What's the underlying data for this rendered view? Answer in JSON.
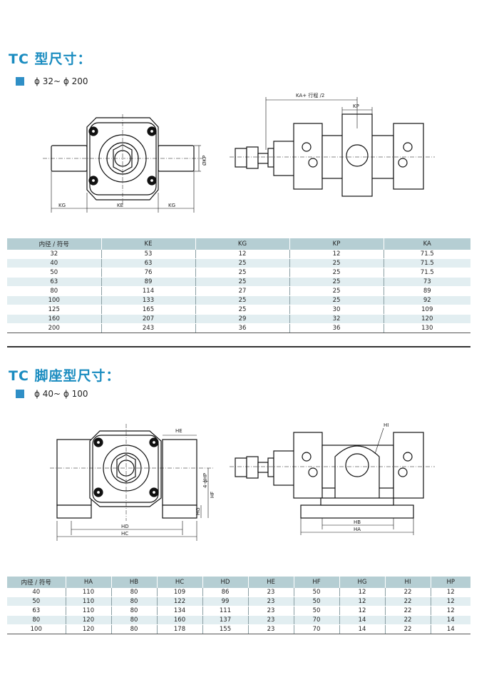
{
  "section1": {
    "title": "TC 型尺寸：",
    "range": "ϕ 32~ ϕ 200",
    "dims": {
      "ka": "KA+ 行程 /2",
      "kp": "KP",
      "kg_left": "KG",
      "ke": "KE",
      "kg_right": "KG",
      "okp": "ØKP"
    },
    "table": {
      "headers": [
        "内径 / 符号",
        "KE",
        "KG",
        "KP",
        "KA"
      ],
      "rows": [
        [
          "32",
          "53",
          "12",
          "12",
          "71.5"
        ],
        [
          "40",
          "63",
          "25",
          "25",
          "71.5"
        ],
        [
          "50",
          "76",
          "25",
          "25",
          "71.5"
        ],
        [
          "63",
          "89",
          "25",
          "25",
          "73"
        ],
        [
          "80",
          "114",
          "27",
          "25",
          "89"
        ],
        [
          "100",
          "133",
          "25",
          "25",
          "92"
        ],
        [
          "125",
          "165",
          "25",
          "30",
          "109"
        ],
        [
          "160",
          "207",
          "29",
          "32",
          "120"
        ],
        [
          "200",
          "243",
          "36",
          "36",
          "130"
        ]
      ]
    }
  },
  "section2": {
    "title": "TC 脚座型尺寸：",
    "range": "ϕ 40~ ϕ 100",
    "dims": {
      "he": "HE",
      "hf": "HF",
      "hp": "4-ϕHP",
      "hg": "HG",
      "hd": "HD",
      "hc": "HC",
      "hi": "HI",
      "hb": "HB",
      "ha": "HA"
    },
    "table": {
      "headers": [
        "内径 / 符号",
        "HA",
        "HB",
        "HC",
        "HD",
        "HE",
        "HF",
        "HG",
        "HI",
        "HP"
      ],
      "rows": [
        [
          "40",
          "110",
          "80",
          "109",
          "86",
          "23",
          "50",
          "12",
          "22",
          "12"
        ],
        [
          "50",
          "110",
          "80",
          "122",
          "99",
          "23",
          "50",
          "12",
          "22",
          "12"
        ],
        [
          "63",
          "110",
          "80",
          "134",
          "111",
          "23",
          "50",
          "12",
          "22",
          "12"
        ],
        [
          "80",
          "120",
          "80",
          "160",
          "137",
          "23",
          "70",
          "14",
          "22",
          "14"
        ],
        [
          "100",
          "120",
          "80",
          "178",
          "155",
          "23",
          "70",
          "14",
          "22",
          "14"
        ]
      ]
    }
  },
  "colors": {
    "accent": "#1a8cc0",
    "header": "#b5ced3",
    "stripe": "#e2eef1"
  }
}
